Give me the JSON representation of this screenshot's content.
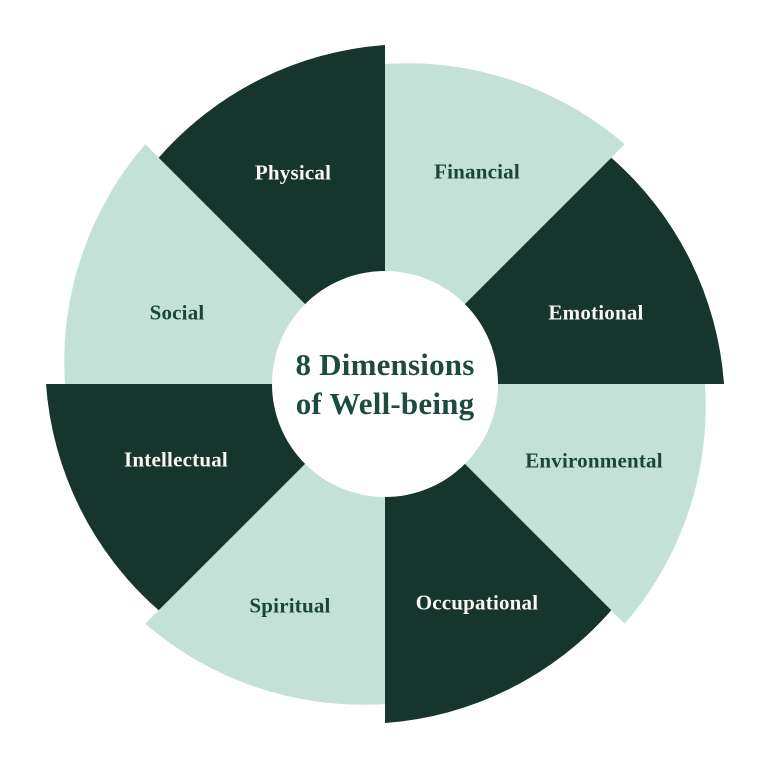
{
  "palette": {
    "dark_green": "#16352D",
    "mint": "#C3E1D7",
    "hub_white": "#FFFFFF",
    "title_green": "#1D4B40",
    "label_dark_text": "#1C443A",
    "label_light_text": "#F9F7F2"
  },
  "wheel": {
    "title_line1": "8 Dimensions",
    "title_line2": "of Well-being",
    "sectors": [
      {
        "label": "Financial",
        "tone": "light",
        "position": "top-right"
      },
      {
        "label": "Emotional",
        "tone": "dark",
        "position": "right-upper"
      },
      {
        "label": "Environmental",
        "tone": "light",
        "position": "right-lower"
      },
      {
        "label": "Occupational",
        "tone": "dark",
        "position": "bottom-right"
      },
      {
        "label": "Spiritual",
        "tone": "light",
        "position": "bottom-left"
      },
      {
        "label": "Intellectual",
        "tone": "dark",
        "position": "left-lower"
      },
      {
        "label": "Social",
        "tone": "light",
        "position": "left-upper"
      },
      {
        "label": "Physical",
        "tone": "dark",
        "position": "top-left"
      }
    ]
  }
}
